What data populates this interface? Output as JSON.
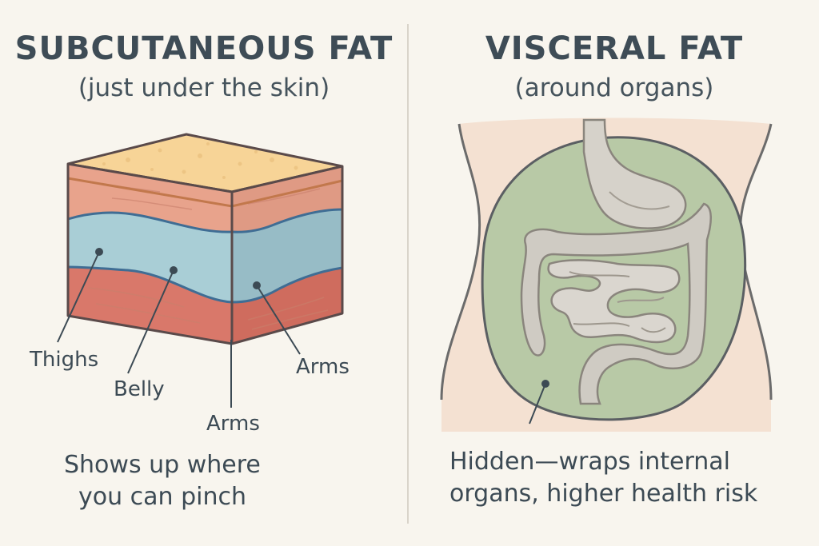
{
  "subcutaneous": {
    "title": "SUBCUTANEOUS FAT",
    "subtitle": "(just under the skin)",
    "labels": [
      "Thighs",
      "Belly",
      "Arms",
      "Arms"
    ],
    "caption_line1": "Shows up where",
    "caption_line2": "you can pinch",
    "colors": {
      "skin_top": "#f7d497",
      "dermis": "#e8a38c",
      "fat_layer": "#a9ced6",
      "muscle": "#d9786a",
      "outline": "#5a4a4a"
    }
  },
  "visceral": {
    "title": "VISCERAL FAT",
    "subtitle": "(around organs)",
    "caption_line1": "Hidden—wraps internal",
    "caption_line2": "organs, higher health risk",
    "colors": {
      "torso": "#f4e1d2",
      "fat_region": "#b8c9a6",
      "organs": "#cfcbc3",
      "outline": "#5b5f63"
    }
  }
}
